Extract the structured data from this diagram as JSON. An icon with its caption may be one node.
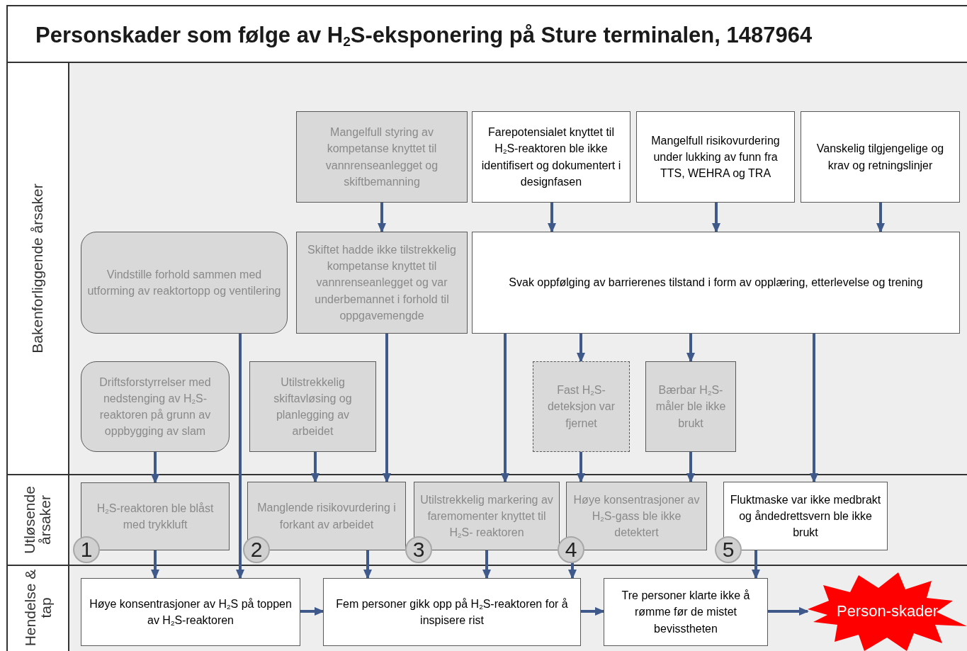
{
  "diagram": {
    "title": "Personskader som følge av H$_{2}$S-eksponering på Sture terminalen, 1487964",
    "nodes": [
      {
        "text": [
          "Mangelfull styring av kompetanse knyttet til vannrenseanlegget og skiftbemanning"
        ]
      },
      {
        "text": [
          "Farepotensialet knyttet til H$_{2}$S-reaktoren ble ikke identifisert og dokumentert i designfasen"
        ]
      },
      {
        "text": [
          "Mangelfull risikovurdering under lukking av funn fra TTS, WEHRA og TRA"
        ]
      },
      {
        "text": [
          "Vanskelig tilgjengelige og krav og retningslinjer"
        ]
      },
      {
        "text": [
          "Vindstille forhold sammen med utforming av reaktortopp og ventilering"
        ]
      },
      {
        "text": [
          "Skiftet hadde ikke tilstrekkelig kompetanse knyttet til vannrenseanlegget og var underbemannet i forhold til oppgavemengde"
        ]
      },
      {
        "text": [
          "Svak oppfølging av barrierenes tilstand i form av opplæring, etterlevelse og trening"
        ]
      },
      {
        "text": [
          "Driftsforstyrrelser med nedstenging av H$_{2}$S-reaktoren på grunn av oppbygging av slam"
        ]
      },
      {
        "text": [
          "Utilstrekkelig skiftavløsing og planlegging av arbeidet"
        ]
      },
      {
        "text": [
          "Fast H$_{2}$S-deteksjon var fjernet"
        ]
      },
      {
        "text": [
          "Bærbar H$_{2}$S-måler ble ikke brukt"
        ]
      },
      {
        "text": [
          "H$_{2}$S-reaktoren ble blåst med trykkluft"
        ]
      },
      {
        "text": [
          "Manglende risikovurdering i forkant av arbeidet"
        ]
      },
      {
        "text": [
          "Utilstrekkelig markering av faremomenter knyttet til H$_{2}$S- reaktoren"
        ]
      },
      {
        "text": [
          "Høye konsentrasjoner av H$_{2}$S-gass ble ikke detektert"
        ]
      },
      {
        "text": [
          "Fluktmaske var ikke medbrakt og åndedrettsvern ble ikke brukt"
        ]
      },
      {
        "text": [
          "Høye konsentrasjoner av H$_{2}$S på toppen av H$_{2}$S-reaktoren"
        ]
      },
      {
        "text": [
          "Fem personer gikk opp på H$_{2}$S-reaktoren for å inspisere rist"
        ]
      },
      {
        "text": [
          "Tre personer klarte ikke å rømme før de mistet bevisstheten"
        ]
      },
      {
        "text": [
          "Person-skader"
        ]
      }
    ],
    "edges": [
      {
        "from": 0,
        "to": 5,
        "arrow": "to"
      },
      {
        "from": 1,
        "to": 6,
        "arrow": "to"
      },
      {
        "from": 2,
        "to": 6,
        "arrow": "to"
      },
      {
        "from": 3,
        "to": 6,
        "arrow": "to"
      },
      {
        "from": 4,
        "to": 16,
        "arrow": "to"
      },
      {
        "from": 5,
        "to": 12,
        "arrow": "to"
      },
      {
        "from": 6,
        "to": 13,
        "arrow": "to"
      },
      {
        "from": 6,
        "to": 9,
        "arrow": "to"
      },
      {
        "from": 6,
        "to": 10,
        "arrow": "to"
      },
      {
        "from": 6,
        "to": 15,
        "arrow": "to"
      },
      {
        "from": 7,
        "to": 11,
        "arrow": "to"
      },
      {
        "from": 8,
        "to": 12,
        "arrow": "to"
      },
      {
        "from": 9,
        "to": 14,
        "arrow": "to"
      },
      {
        "from": 10,
        "to": 14,
        "arrow": "to"
      },
      {
        "from": 11,
        "to": 16,
        "arrow": "to"
      },
      {
        "from": 12,
        "to": 17,
        "arrow": "to"
      },
      {
        "from": 13,
        "to": 17,
        "arrow": "to"
      },
      {
        "from": 14,
        "to": 17,
        "arrow": "to"
      },
      {
        "from": 15,
        "to": 18,
        "arrow": "to"
      },
      {
        "from": 16,
        "to": 17,
        "arrow": "to"
      },
      {
        "from": 17,
        "to": 18,
        "arrow": "to"
      },
      {
        "from": 18,
        "to": 19,
        "arrow": "to"
      }
    ],
    "labels": [
      "Bakenforliggende årsaker",
      "Utløsende årsaker",
      "Hendelse & tap",
      "1",
      "2",
      "3",
      "4",
      "5"
    ]
  }
}
